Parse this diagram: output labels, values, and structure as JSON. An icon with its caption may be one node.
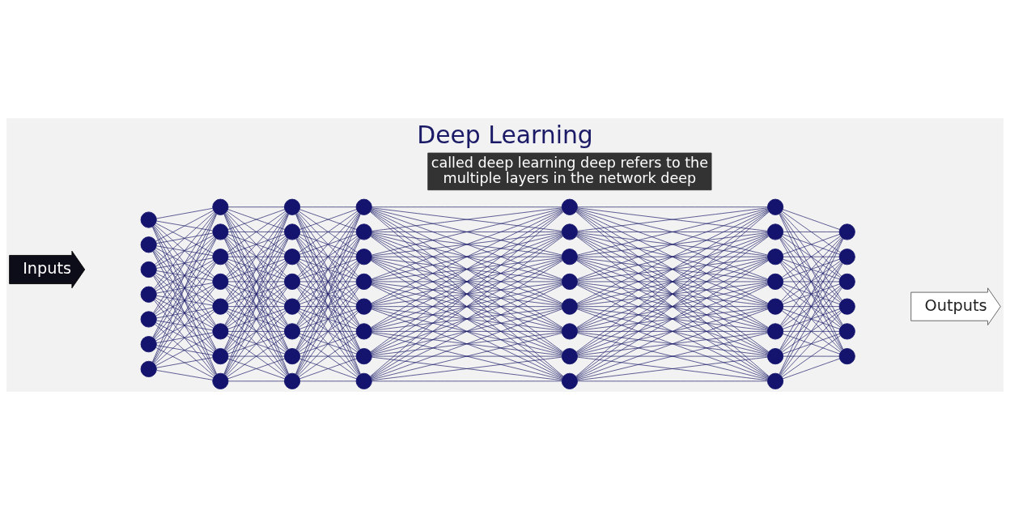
{
  "diagram": {
    "title": "Deep Learning",
    "caption": "called deep learning deep refers to the multiple layers in the network deep",
    "nodes": [
      {
        "text": [
          "Inputs"
        ]
      },
      {
        "text": [],
        "shape": "circle"
      },
      {
        "text": [],
        "shape": "circle"
      },
      {
        "text": [],
        "shape": "circle"
      },
      {
        "text": [],
        "shape": "circle"
      },
      {
        "text": [],
        "shape": "circle"
      },
      {
        "text": [],
        "shape": "circle"
      },
      {
        "text": [],
        "shape": "circle"
      },
      {
        "text": [],
        "shape": "circle"
      },
      {
        "text": [],
        "shape": "circle"
      },
      {
        "text": [],
        "shape": "circle"
      },
      {
        "text": [],
        "shape": "circle"
      },
      {
        "text": [],
        "shape": "circle"
      },
      {
        "text": [],
        "shape": "circle"
      },
      {
        "text": [],
        "shape": "circle"
      },
      {
        "text": [],
        "shape": "circle"
      },
      {
        "text": [],
        "shape": "circle"
      },
      {
        "text": [],
        "shape": "circle"
      },
      {
        "text": [],
        "shape": "circle"
      },
      {
        "text": [],
        "shape": "circle"
      },
      {
        "text": [],
        "shape": "circle"
      },
      {
        "text": [],
        "shape": "circle"
      },
      {
        "text": [],
        "shape": "circle"
      },
      {
        "text": [],
        "shape": "circle"
      },
      {
        "text": [],
        "shape": "circle"
      },
      {
        "text": [],
        "shape": "circle"
      },
      {
        "text": [],
        "shape": "circle"
      },
      {
        "text": [],
        "shape": "circle"
      },
      {
        "text": [],
        "shape": "circle"
      },
      {
        "text": [],
        "shape": "circle"
      },
      {
        "text": [],
        "shape": "circle"
      },
      {
        "text": [],
        "shape": "circle"
      },
      {
        "text": [],
        "shape": "circle"
      },
      {
        "text": [],
        "shape": "circle"
      },
      {
        "text": [],
        "shape": "circle"
      },
      {
        "text": [],
        "shape": "circle"
      },
      {
        "text": [],
        "shape": "circle"
      },
      {
        "text": [],
        "shape": "circle"
      },
      {
        "text": [],
        "shape": "circle"
      },
      {
        "text": [],
        "shape": "circle"
      },
      {
        "text": [],
        "shape": "circle"
      },
      {
        "text": [],
        "shape": "circle"
      },
      {
        "text": [],
        "shape": "circle"
      },
      {
        "text": [],
        "shape": "circle"
      },
      {
        "text": [],
        "shape": "circle"
      },
      {
        "text": [],
        "shape": "circle"
      },
      {
        "text": [],
        "shape": "circle"
      },
      {
        "text": [],
        "shape": "circle"
      },
      {
        "text": [],
        "shape": "circle"
      },
      {
        "text": [],
        "shape": "circle"
      },
      {
        "text": [],
        "shape": "circle"
      },
      {
        "text": [],
        "shape": "circle"
      },
      {
        "text": [],
        "shape": "circle"
      },
      {
        "text": [],
        "shape": "circle"
      },
      {
        "text": [
          "Outputs"
        ]
      }
    ],
    "edges": [
      {
        "from": 1,
        "to": 8,
        "arrow": "none"
      },
      {
        "from": 1,
        "to": 9,
        "arrow": "none"
      },
      {
        "from": 1,
        "to": 10,
        "arrow": "none"
      },
      {
        "from": 1,
        "to": 11,
        "arrow": "none"
      },
      {
        "from": 1,
        "to": 12,
        "arrow": "none"
      },
      {
        "from": 1,
        "to": 13,
        "arrow": "none"
      },
      {
        "from": 1,
        "to": 14,
        "arrow": "none"
      },
      {
        "from": 1,
        "to": 15,
        "arrow": "none"
      },
      {
        "from": 2,
        "to": 8,
        "arrow": "none"
      },
      {
        "from": 2,
        "to": 9,
        "arrow": "none"
      },
      {
        "from": 2,
        "to": 10,
        "arrow": "none"
      },
      {
        "from": 2,
        "to": 11,
        "arrow": "none"
      },
      {
        "from": 2,
        "to": 12,
        "arrow": "none"
      },
      {
        "from": 2,
        "to": 13,
        "arrow": "none"
      },
      {
        "from": 2,
        "to": 14,
        "arrow": "none"
      },
      {
        "from": 2,
        "to": 15,
        "arrow": "none"
      },
      {
        "from": 3,
        "to": 8,
        "arrow": "none"
      },
      {
        "from": 3,
        "to": 9,
        "arrow": "none"
      },
      {
        "from": 3,
        "to": 10,
        "arrow": "none"
      },
      {
        "from": 3,
        "to": 11,
        "arrow": "none"
      },
      {
        "from": 3,
        "to": 12,
        "arrow": "none"
      },
      {
        "from": 3,
        "to": 13,
        "arrow": "none"
      },
      {
        "from": 3,
        "to": 14,
        "arrow": "none"
      },
      {
        "from": 3,
        "to": 15,
        "arrow": "none"
      },
      {
        "from": 4,
        "to": 8,
        "arrow": "none"
      },
      {
        "from": 4,
        "to": 9,
        "arrow": "none"
      },
      {
        "from": 4,
        "to": 10,
        "arrow": "none"
      },
      {
        "from": 4,
        "to": 11,
        "arrow": "none"
      },
      {
        "from": 4,
        "to": 12,
        "arrow": "none"
      },
      {
        "from": 4,
        "to": 13,
        "arrow": "none"
      },
      {
        "from": 4,
        "to": 14,
        "arrow": "none"
      },
      {
        "from": 4,
        "to": 15,
        "arrow": "none"
      },
      {
        "from": 5,
        "to": 8,
        "arrow": "none"
      },
      {
        "from": 5,
        "to": 9,
        "arrow": "none"
      },
      {
        "from": 5,
        "to": 10,
        "arrow": "none"
      },
      {
        "from": 5,
        "to": 11,
        "arrow": "none"
      },
      {
        "from": 5,
        "to": 12,
        "arrow": "none"
      },
      {
        "from": 5,
        "to": 13,
        "arrow": "none"
      },
      {
        "from": 5,
        "to": 14,
        "arrow": "none"
      },
      {
        "from": 5,
        "to": 15,
        "arrow": "none"
      },
      {
        "from": 6,
        "to": 8,
        "arrow": "none"
      },
      {
        "from": 6,
        "to": 9,
        "arrow": "none"
      },
      {
        "from": 6,
        "to": 10,
        "arrow": "none"
      },
      {
        "from": 6,
        "to": 11,
        "arrow": "none"
      },
      {
        "from": 6,
        "to": 12,
        "arrow": "none"
      },
      {
        "from": 6,
        "to": 13,
        "arrow": "none"
      },
      {
        "from": 6,
        "to": 14,
        "arrow": "none"
      },
      {
        "from": 6,
        "to": 15,
        "arrow": "none"
      },
      {
        "from": 7,
        "to": 8,
        "arrow": "none"
      },
      {
        "from": 7,
        "to": 9,
        "arrow": "none"
      },
      {
        "from": 7,
        "to": 10,
        "arrow": "none"
      },
      {
        "from": 7,
        "to": 11,
        "arrow": "none"
      },
      {
        "from": 7,
        "to": 12,
        "arrow": "none"
      },
      {
        "from": 7,
        "to": 13,
        "arrow": "none"
      },
      {
        "from": 7,
        "to": 14,
        "arrow": "none"
      },
      {
        "from": 7,
        "to": 15,
        "arrow": "none"
      },
      {
        "from": 8,
        "to": 16,
        "arrow": "none"
      },
      {
        "from": 8,
        "to": 17,
        "arrow": "none"
      },
      {
        "from": 8,
        "to": 18,
        "arrow": "none"
      },
      {
        "from": 8,
        "to": 19,
        "arrow": "none"
      },
      {
        "from": 8,
        "to": 20,
        "arrow": "none"
      },
      {
        "from": 8,
        "to": 21,
        "arrow": "none"
      },
      {
        "from": 8,
        "to": 22,
        "arrow": "none"
      },
      {
        "from": 8,
        "to": 23,
        "arrow": "none"
      },
      {
        "from": 9,
        "to": 16,
        "arrow": "none"
      },
      {
        "from": 9,
        "to": 17,
        "arrow": "none"
      },
      {
        "from": 9,
        "to": 18,
        "arrow": "none"
      },
      {
        "from": 9,
        "to": 19,
        "arrow": "none"
      },
      {
        "from": 9,
        "to": 20,
        "arrow": "none"
      },
      {
        "from": 9,
        "to": 21,
        "arrow": "none"
      },
      {
        "from": 9,
        "to": 22,
        "arrow": "none"
      },
      {
        "from": 9,
        "to": 23,
        "arrow": "none"
      },
      {
        "from": 10,
        "to": 16,
        "arrow": "none"
      },
      {
        "from": 10,
        "to": 17,
        "arrow": "none"
      },
      {
        "from": 10,
        "to": 18,
        "arrow": "none"
      },
      {
        "from": 10,
        "to": 19,
        "arrow": "none"
      },
      {
        "from": 10,
        "to": 20,
        "arrow": "none"
      },
      {
        "from": 10,
        "to": 21,
        "arrow": "none"
      },
      {
        "from": 10,
        "to": 22,
        "arrow": "none"
      },
      {
        "from": 10,
        "to": 23,
        "arrow": "none"
      },
      {
        "from": 11,
        "to": 16,
        "arrow": "none"
      },
      {
        "from": 11,
        "to": 17,
        "arrow": "none"
      },
      {
        "from": 11,
        "to": 18,
        "arrow": "none"
      },
      {
        "from": 11,
        "to": 19,
        "arrow": "none"
      },
      {
        "from": 11,
        "to": 20,
        "arrow": "none"
      },
      {
        "from": 11,
        "to": 21,
        "arrow": "none"
      },
      {
        "from": 11,
        "to": 22,
        "arrow": "none"
      },
      {
        "from": 11,
        "to": 23,
        "arrow": "none"
      },
      {
        "from": 12,
        "to": 16,
        "arrow": "none"
      },
      {
        "from": 12,
        "to": 17,
        "arrow": "none"
      },
      {
        "from": 12,
        "to": 18,
        "arrow": "none"
      },
      {
        "from": 12,
        "to": 19,
        "arrow": "none"
      },
      {
        "from": 12,
        "to": 20,
        "arrow": "none"
      },
      {
        "from": 12,
        "to": 21,
        "arrow": "none"
      },
      {
        "from": 12,
        "to": 22,
        "arrow": "none"
      },
      {
        "from": 12,
        "to": 23,
        "arrow": "none"
      },
      {
        "from": 13,
        "to": 16,
        "arrow": "none"
      },
      {
        "from": 13,
        "to": 17,
        "arrow": "none"
      },
      {
        "from": 13,
        "to": 18,
        "arrow": "none"
      },
      {
        "from": 13,
        "to": 19,
        "arrow": "none"
      },
      {
        "from": 13,
        "to": 20,
        "arrow": "none"
      },
      {
        "from": 13,
        "to": 21,
        "arrow": "none"
      },
      {
        "from": 13,
        "to": 22,
        "arrow": "none"
      },
      {
        "from": 13,
        "to": 23,
        "arrow": "none"
      },
      {
        "from": 14,
        "to": 16,
        "arrow": "none"
      },
      {
        "from": 14,
        "to": 17,
        "arrow": "none"
      },
      {
        "from": 14,
        "to": 18,
        "arrow": "none"
      },
      {
        "from": 14,
        "to": 19,
        "arrow": "none"
      },
      {
        "from": 14,
        "to": 20,
        "arrow": "none"
      },
      {
        "from": 14,
        "to": 21,
        "arrow": "none"
      },
      {
        "from": 14,
        "to": 22,
        "arrow": "none"
      },
      {
        "from": 14,
        "to": 23,
        "arrow": "none"
      },
      {
        "from": 15,
        "to": 16,
        "arrow": "none"
      },
      {
        "from": 15,
        "to": 17,
        "arrow": "none"
      },
      {
        "from": 15,
        "to": 18,
        "arrow": "none"
      },
      {
        "from": 15,
        "to": 19,
        "arrow": "none"
      },
      {
        "from": 15,
        "to": 20,
        "arrow": "none"
      },
      {
        "from": 15,
        "to": 21,
        "arrow": "none"
      },
      {
        "from": 15,
        "to": 22,
        "arrow": "none"
      },
      {
        "from": 15,
        "to": 23,
        "arrow": "none"
      },
      {
        "from": 16,
        "to": 24,
        "arrow": "none"
      },
      {
        "from": 16,
        "to": 25,
        "arrow": "none"
      },
      {
        "from": 16,
        "to": 26,
        "arrow": "none"
      },
      {
        "from": 16,
        "to": 27,
        "arrow": "none"
      },
      {
        "from": 16,
        "to": 28,
        "arrow": "none"
      },
      {
        "from": 16,
        "to": 29,
        "arrow": "none"
      },
      {
        "from": 16,
        "to": 30,
        "arrow": "none"
      },
      {
        "from": 16,
        "to": 31,
        "arrow": "none"
      },
      {
        "from": 17,
        "to": 24,
        "arrow": "none"
      },
      {
        "from": 17,
        "to": 25,
        "arrow": "none"
      },
      {
        "from": 17,
        "to": 26,
        "arrow": "none"
      },
      {
        "from": 17,
        "to": 27,
        "arrow": "none"
      },
      {
        "from": 17,
        "to": 28,
        "arrow": "none"
      },
      {
        "from": 17,
        "to": 29,
        "arrow": "none"
      },
      {
        "from": 17,
        "to": 30,
        "arrow": "none"
      },
      {
        "from": 17,
        "to": 31,
        "arrow": "none"
      },
      {
        "from": 18,
        "to": 24,
        "arrow": "none"
      },
      {
        "from": 18,
        "to": 25,
        "arrow": "none"
      },
      {
        "from": 18,
        "to": 26,
        "arrow": "none"
      },
      {
        "from": 18,
        "to": 27,
        "arrow": "none"
      },
      {
        "from": 18,
        "to": 28,
        "arrow": "none"
      },
      {
        "from": 18,
        "to": 29,
        "arrow": "none"
      },
      {
        "from": 18,
        "to": 30,
        "arrow": "none"
      },
      {
        "from": 18,
        "to": 31,
        "arrow": "none"
      },
      {
        "from": 19,
        "to": 24,
        "arrow": "none"
      },
      {
        "from": 19,
        "to": 25,
        "arrow": "none"
      },
      {
        "from": 19,
        "to": 26,
        "arrow": "none"
      },
      {
        "from": 19,
        "to": 27,
        "arrow": "none"
      },
      {
        "from": 19,
        "to": 28,
        "arrow": "none"
      },
      {
        "from": 19,
        "to": 29,
        "arrow": "none"
      },
      {
        "from": 19,
        "to": 30,
        "arrow": "none"
      },
      {
        "from": 19,
        "to": 31,
        "arrow": "none"
      },
      {
        "from": 20,
        "to": 24,
        "arrow": "none"
      },
      {
        "from": 20,
        "to": 25,
        "arrow": "none"
      },
      {
        "from": 20,
        "to": 26,
        "arrow": "none"
      },
      {
        "from": 20,
        "to": 27,
        "arrow": "none"
      },
      {
        "from": 20,
        "to": 28,
        "arrow": "none"
      },
      {
        "from": 20,
        "to": 29,
        "arrow": "none"
      },
      {
        "from": 20,
        "to": 30,
        "arrow": "none"
      },
      {
        "from": 20,
        "to": 31,
        "arrow": "none"
      },
      {
        "from": 21,
        "to": 24,
        "arrow": "none"
      },
      {
        "from": 21,
        "to": 25,
        "arrow": "none"
      },
      {
        "from": 21,
        "to": 26,
        "arrow": "none"
      },
      {
        "from": 21,
        "to": 27,
        "arrow": "none"
      },
      {
        "from": 21,
        "to": 28,
        "arrow": "none"
      },
      {
        "from": 21,
        "to": 29,
        "arrow": "none"
      },
      {
        "from": 21,
        "to": 30,
        "arrow": "none"
      },
      {
        "from": 21,
        "to": 31,
        "arrow": "none"
      },
      {
        "from": 22,
        "to": 24,
        "arrow": "none"
      },
      {
        "from": 22,
        "to": 25,
        "arrow": "none"
      },
      {
        "from": 22,
        "to": 26,
        "arrow": "none"
      },
      {
        "from": 22,
        "to": 27,
        "arrow": "none"
      },
      {
        "from": 22,
        "to": 28,
        "arrow": "none"
      },
      {
        "from": 22,
        "to": 29,
        "arrow": "none"
      },
      {
        "from": 22,
        "to": 30,
        "arrow": "none"
      },
      {
        "from": 22,
        "to": 31,
        "arrow": "none"
      },
      {
        "from": 23,
        "to": 24,
        "arrow": "none"
      },
      {
        "from": 23,
        "to": 25,
        "arrow": "none"
      },
      {
        "from": 23,
        "to": 26,
        "arrow": "none"
      },
      {
        "from": 23,
        "to": 27,
        "arrow": "none"
      },
      {
        "from": 23,
        "to": 28,
        "arrow": "none"
      },
      {
        "from": 23,
        "to": 29,
        "arrow": "none"
      },
      {
        "from": 23,
        "to": 30,
        "arrow": "none"
      },
      {
        "from": 23,
        "to": 31,
        "arrow": "none"
      },
      {
        "from": 24,
        "to": 32,
        "arrow": "none"
      },
      {
        "from": 24,
        "to": 33,
        "arrow": "none"
      },
      {
        "from": 24,
        "to": 34,
        "arrow": "none"
      },
      {
        "from": 24,
        "to": 35,
        "arrow": "none"
      },
      {
        "from": 24,
        "to": 36,
        "arrow": "none"
      },
      {
        "from": 24,
        "to": 37,
        "arrow": "none"
      },
      {
        "from": 24,
        "to": 38,
        "arrow": "none"
      },
      {
        "from": 24,
        "to": 39,
        "arrow": "none"
      },
      {
        "from": 25,
        "to": 32,
        "arrow": "none"
      },
      {
        "from": 25,
        "to": 33,
        "arrow": "none"
      },
      {
        "from": 25,
        "to": 34,
        "arrow": "none"
      },
      {
        "from": 25,
        "to": 35,
        "arrow": "none"
      },
      {
        "from": 25,
        "to": 36,
        "arrow": "none"
      },
      {
        "from": 25,
        "to": 37,
        "arrow": "none"
      },
      {
        "from": 25,
        "to": 38,
        "arrow": "none"
      },
      {
        "from": 25,
        "to": 39,
        "arrow": "none"
      },
      {
        "from": 26,
        "to": 32,
        "arrow": "none"
      },
      {
        "from": 26,
        "to": 33,
        "arrow": "none"
      },
      {
        "from": 26,
        "to": 34,
        "arrow": "none"
      },
      {
        "from": 26,
        "to": 35,
        "arrow": "none"
      },
      {
        "from": 26,
        "to": 36,
        "arrow": "none"
      },
      {
        "from": 26,
        "to": 37,
        "arrow": "none"
      },
      {
        "from": 26,
        "to": 38,
        "arrow": "none"
      },
      {
        "from": 26,
        "to": 39,
        "arrow": "none"
      },
      {
        "from": 27,
        "to": 32,
        "arrow": "none"
      },
      {
        "from": 27,
        "to": 33,
        "arrow": "none"
      },
      {
        "from": 27,
        "to": 34,
        "arrow": "none"
      },
      {
        "from": 27,
        "to": 35,
        "arrow": "none"
      },
      {
        "from": 27,
        "to": 36,
        "arrow": "none"
      },
      {
        "from": 27,
        "to": 37,
        "arrow": "none"
      },
      {
        "from": 27,
        "to": 38,
        "arrow": "none"
      },
      {
        "from": 27,
        "to": 39,
        "arrow": "none"
      },
      {
        "from": 28,
        "to": 32,
        "arrow": "none"
      },
      {
        "from": 28,
        "to": 33,
        "arrow": "none"
      },
      {
        "from": 28,
        "to": 34,
        "arrow": "none"
      },
      {
        "from": 28,
        "to": 35,
        "arrow": "none"
      },
      {
        "from": 28,
        "to": 36,
        "arrow": "none"
      },
      {
        "from": 28,
        "to": 37,
        "arrow": "none"
      },
      {
        "from": 28,
        "to": 38,
        "arrow": "none"
      },
      {
        "from": 28,
        "to": 39,
        "arrow": "none"
      },
      {
        "from": 29,
        "to": 32,
        "arrow": "none"
      },
      {
        "from": 29,
        "to": 33,
        "arrow": "none"
      },
      {
        "from": 29,
        "to": 34,
        "arrow": "none"
      },
      {
        "from": 29,
        "to": 35,
        "arrow": "none"
      },
      {
        "from": 29,
        "to": 36,
        "arrow": "none"
      },
      {
        "from": 29,
        "to": 37,
        "arrow": "none"
      },
      {
        "from": 29,
        "to": 38,
        "arrow": "none"
      },
      {
        "from": 29,
        "to": 39,
        "arrow": "none"
      },
      {
        "from": 30,
        "to": 32,
        "arrow": "none"
      },
      {
        "from": 30,
        "to": 33,
        "arrow": "none"
      },
      {
        "from": 30,
        "to": 34,
        "arrow": "none"
      },
      {
        "from": 30,
        "to": 35,
        "arrow": "none"
      },
      {
        "from": 30,
        "to": 36,
        "arrow": "none"
      },
      {
        "from": 30,
        "to": 37,
        "arrow": "none"
      },
      {
        "from": 30,
        "to": 38,
        "arrow": "none"
      },
      {
        "from": 30,
        "to": 39,
        "arrow": "none"
      },
      {
        "from": 31,
        "to": 32,
        "arrow": "none"
      },
      {
        "from": 31,
        "to": 33,
        "arrow": "none"
      },
      {
        "from": 31,
        "to": 34,
        "arrow": "none"
      },
      {
        "from": 31,
        "to": 35,
        "arrow": "none"
      },
      {
        "from": 31,
        "to": 36,
        "arrow": "none"
      },
      {
        "from": 31,
        "to": 37,
        "arrow": "none"
      },
      {
        "from": 31,
        "to": 38,
        "arrow": "none"
      },
      {
        "from": 31,
        "to": 39,
        "arrow": "none"
      },
      {
        "from": 32,
        "to": 40,
        "arrow": "none"
      },
      {
        "from": 32,
        "to": 41,
        "arrow": "none"
      },
      {
        "from": 32,
        "to": 42,
        "arrow": "none"
      },
      {
        "from": 32,
        "to": 43,
        "arrow": "none"
      },
      {
        "from": 32,
        "to": 44,
        "arrow": "none"
      },
      {
        "from": 32,
        "to": 45,
        "arrow": "none"
      },
      {
        "from": 32,
        "to": 46,
        "arrow": "none"
      },
      {
        "from": 32,
        "to": 47,
        "arrow": "none"
      },
      {
        "from": 33,
        "to": 40,
        "arrow": "none"
      },
      {
        "from": 33,
        "to": 41,
        "arrow": "none"
      },
      {
        "from": 33,
        "to": 42,
        "arrow": "none"
      },
      {
        "from": 33,
        "to": 43,
        "arrow": "none"
      },
      {
        "from": 33,
        "to": 44,
        "arrow": "none"
      },
      {
        "from": 33,
        "to": 45,
        "arrow": "none"
      },
      {
        "from": 33,
        "to": 46,
        "arrow": "none"
      },
      {
        "from": 33,
        "to": 47,
        "arrow": "none"
      },
      {
        "from": 34,
        "to": 40,
        "arrow": "none"
      },
      {
        "from": 34,
        "to": 41,
        "arrow": "none"
      },
      {
        "from": 34,
        "to": 42,
        "arrow": "none"
      },
      {
        "from": 34,
        "to": 43,
        "arrow": "none"
      },
      {
        "from": 34,
        "to": 44,
        "arrow": "none"
      },
      {
        "from": 34,
        "to": 45,
        "arrow": "none"
      },
      {
        "from": 34,
        "to": 46,
        "arrow": "none"
      },
      {
        "from": 34,
        "to": 47,
        "arrow": "none"
      },
      {
        "from": 35,
        "to": 40,
        "arrow": "none"
      },
      {
        "from": 35,
        "to": 41,
        "arrow": "none"
      },
      {
        "from": 35,
        "to": 42,
        "arrow": "none"
      },
      {
        "from": 35,
        "to": 43,
        "arrow": "none"
      },
      {
        "from": 35,
        "to": 44,
        "arrow": "none"
      },
      {
        "from": 35,
        "to": 45,
        "arrow": "none"
      },
      {
        "from": 35,
        "to": 46,
        "arrow": "none"
      },
      {
        "from": 35,
        "to": 47,
        "arrow": "none"
      },
      {
        "from": 36,
        "to": 40,
        "arrow": "none"
      },
      {
        "from": 36,
        "to": 41,
        "arrow": "none"
      },
      {
        "from": 36,
        "to": 42,
        "arrow": "none"
      },
      {
        "from": 36,
        "to": 43,
        "arrow": "none"
      },
      {
        "from": 36,
        "to": 44,
        "arrow": "none"
      },
      {
        "from": 36,
        "to": 45,
        "arrow": "none"
      },
      {
        "from": 36,
        "to": 46,
        "arrow": "none"
      },
      {
        "from": 36,
        "to": 47,
        "arrow": "none"
      },
      {
        "from": 37,
        "to": 40,
        "arrow": "none"
      },
      {
        "from": 37,
        "to": 41,
        "arrow": "none"
      },
      {
        "from": 37,
        "to": 42,
        "arrow": "none"
      },
      {
        "from": 37,
        "to": 43,
        "arrow": "none"
      },
      {
        "from": 37,
        "to": 44,
        "arrow": "none"
      },
      {
        "from": 37,
        "to": 45,
        "arrow": "none"
      },
      {
        "from": 37,
        "to": 46,
        "arrow": "none"
      },
      {
        "from": 37,
        "to": 47,
        "arrow": "none"
      },
      {
        "from": 38,
        "to": 40,
        "arrow": "none"
      },
      {
        "from": 38,
        "to": 41,
        "arrow": "none"
      },
      {
        "from": 38,
        "to": 42,
        "arrow": "none"
      },
      {
        "from": 38,
        "to": 43,
        "arrow": "none"
      },
      {
        "from": 38,
        "to": 44,
        "arrow": "none"
      },
      {
        "from": 38,
        "to": 45,
        "arrow": "none"
      },
      {
        "from": 38,
        "to": 46,
        "arrow": "none"
      },
      {
        "from": 38,
        "to": 47,
        "arrow": "none"
      },
      {
        "from": 39,
        "to": 40,
        "arrow": "none"
      },
      {
        "from": 39,
        "to": 41,
        "arrow": "none"
      },
      {
        "from": 39,
        "to": 42,
        "arrow": "none"
      },
      {
        "from": 39,
        "to": 43,
        "arrow": "none"
      },
      {
        "from": 39,
        "to": 44,
        "arrow": "none"
      },
      {
        "from": 39,
        "to": 45,
        "arrow": "none"
      },
      {
        "from": 39,
        "to": 46,
        "arrow": "none"
      },
      {
        "from": 39,
        "to": 47,
        "arrow": "none"
      },
      {
        "from": 40,
        "to": 48,
        "arrow": "none"
      },
      {
        "from": 40,
        "to": 49,
        "arrow": "none"
      },
      {
        "from": 40,
        "to": 50,
        "arrow": "none"
      },
      {
        "from": 40,
        "to": 51,
        "arrow": "none"
      },
      {
        "from": 40,
        "to": 52,
        "arrow": "none"
      },
      {
        "from": 40,
        "to": 53,
        "arrow": "none"
      },
      {
        "from": 41,
        "to": 48,
        "arrow": "none"
      },
      {
        "from": 41,
        "to": 49,
        "arrow": "none"
      },
      {
        "from": 41,
        "to": 50,
        "arrow": "none"
      },
      {
        "from": 41,
        "to": 51,
        "arrow": "none"
      },
      {
        "from": 41,
        "to": 52,
        "arrow": "none"
      },
      {
        "from": 41,
        "to": 53,
        "arrow": "none"
      },
      {
        "from": 42,
        "to": 48,
        "arrow": "none"
      },
      {
        "from": 42,
        "to": 49,
        "arrow": "none"
      },
      {
        "from": 42,
        "to": 50,
        "arrow": "none"
      },
      {
        "from": 42,
        "to": 51,
        "arrow": "none"
      },
      {
        "from": 42,
        "to": 52,
        "arrow": "none"
      },
      {
        "from": 42,
        "to": 53,
        "arrow": "none"
      },
      {
        "from": 43,
        "to": 48,
        "arrow": "none"
      },
      {
        "from": 43,
        "to": 49,
        "arrow": "none"
      },
      {
        "from": 43,
        "to": 50,
        "arrow": "none"
      },
      {
        "from": 43,
        "to": 51,
        "arrow": "none"
      },
      {
        "from": 43,
        "to": 52,
        "arrow": "none"
      },
      {
        "from": 43,
        "to": 53,
        "arrow": "none"
      },
      {
        "from": 44,
        "to": 48,
        "arrow": "none"
      },
      {
        "from": 44,
        "to": 49,
        "arrow": "none"
      },
      {
        "from": 44,
        "to": 50,
        "arrow": "none"
      },
      {
        "from": 44,
        "to": 51,
        "arrow": "none"
      },
      {
        "from": 44,
        "to": 52,
        "arrow": "none"
      },
      {
        "from": 44,
        "to": 53,
        "arrow": "none"
      },
      {
        "from": 45,
        "to": 48,
        "arrow": "none"
      },
      {
        "from": 45,
        "to": 49,
        "arrow": "none"
      },
      {
        "from": 45,
        "to": 50,
        "arrow": "none"
      },
      {
        "from": 45,
        "to": 51,
        "arrow": "none"
      },
      {
        "from": 45,
        "to": 52,
        "arrow": "none"
      },
      {
        "from": 45,
        "to": 53,
        "arrow": "none"
      },
      {
        "from": 46,
        "to": 48,
        "arrow": "none"
      },
      {
        "from": 46,
        "to": 49,
        "arrow": "none"
      },
      {
        "from": 46,
        "to": 50,
        "arrow": "none"
      },
      {
        "from": 46,
        "to": 51,
        "arrow": "none"
      },
      {
        "from": 46,
        "to": 52,
        "arrow": "none"
      },
      {
        "from": 46,
        "to": 53,
        "arrow": "none"
      },
      {
        "from": 47,
        "to": 48,
        "arrow": "none"
      },
      {
        "from": 47,
        "to": 49,
        "arrow": "none"
      },
      {
        "from": 47,
        "to": 50,
        "arrow": "none"
      },
      {
        "from": 47,
        "to": 51,
        "arrow": "none"
      },
      {
        "from": 47,
        "to": 52,
        "arrow": "none"
      },
      {
        "from": 47,
        "to": 53,
        "arrow": "none"
      }
    ]
  }
}
